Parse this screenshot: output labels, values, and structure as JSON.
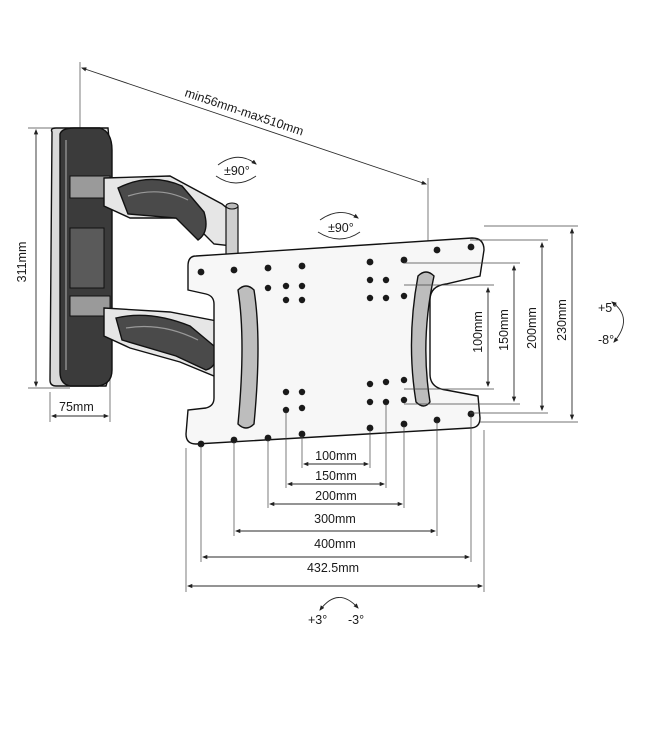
{
  "diagram": {
    "arm_reach_label": "min56mm-max510mm",
    "swivel_upper_label": "±90°",
    "swivel_lower_label": "±90°",
    "wall_plate_height_label": "311mm",
    "wall_plate_depth_label": "75mm",
    "vertical_dims": [
      "100mm",
      "150mm",
      "200mm",
      "230mm"
    ],
    "horizontal_dims": [
      "100mm",
      "150mm",
      "200mm",
      "300mm",
      "400mm",
      "432.5mm"
    ],
    "tilt_up_label": "+5°",
    "tilt_down_label": "-8°",
    "level_plus_label": "+3°",
    "level_minus_label": "-3°"
  }
}
